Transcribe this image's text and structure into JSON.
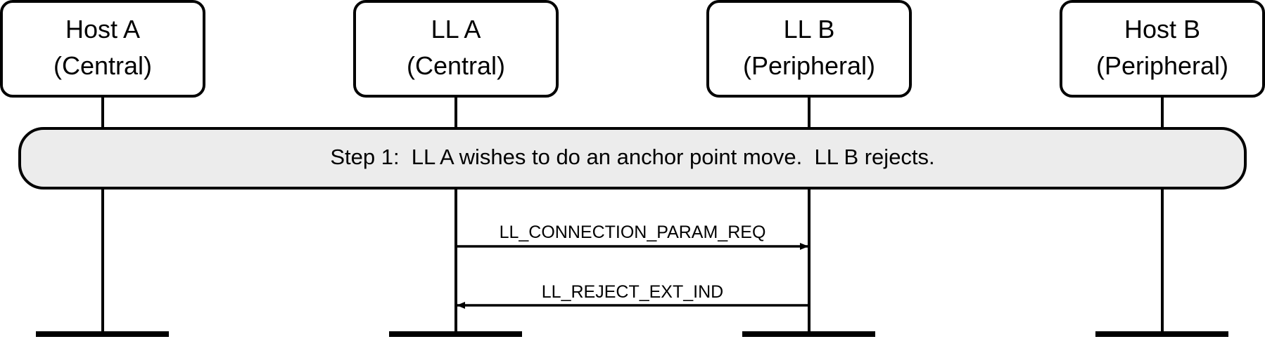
{
  "actors": [
    {
      "line1": "Host A",
      "line2": "(Central)"
    },
    {
      "line1": "LL A",
      "line2": "(Central)"
    },
    {
      "line1": "LL B",
      "line2": "(Peripheral)"
    },
    {
      "line1": "Host B",
      "line2": "(Peripheral)"
    }
  ],
  "step": {
    "text": "Step 1:  LL A wishes to do an anchor point move.  LL B rejects."
  },
  "messages": [
    {
      "label": "LL_CONNECTION_PARAM_REQ",
      "from": "LL A",
      "to": "LL B"
    },
    {
      "label": "LL_REJECT_EXT_IND",
      "from": "LL B",
      "to": "LL A"
    }
  ],
  "colors": {
    "line": "#000000",
    "step_fill": "#ececec",
    "box_fill": "#ffffff"
  }
}
